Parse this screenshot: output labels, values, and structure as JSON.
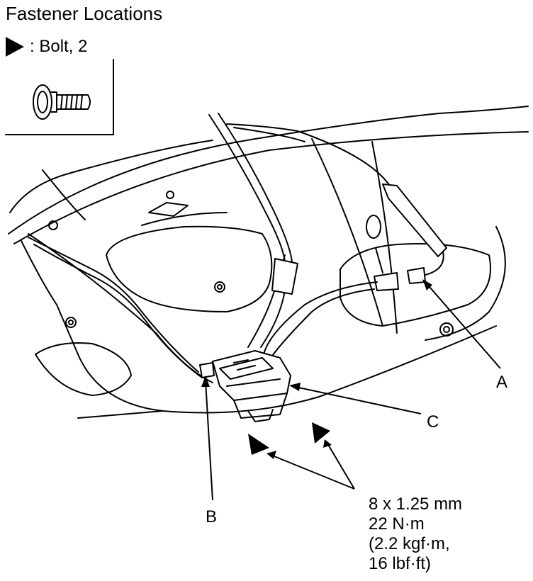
{
  "header": {
    "title": "Fastener Locations"
  },
  "legend": {
    "symbol_icon": "filled-triangle-icon",
    "bolt_label": ": Bolt, 2"
  },
  "callouts": {
    "a": "A",
    "b": "B",
    "c": "C"
  },
  "torque_spec": {
    "line1": "8 x 1.25 mm",
    "line2": "22 N·m",
    "line3": "(2.2 kgf·m,",
    "line4": "16 lbf·ft)"
  }
}
